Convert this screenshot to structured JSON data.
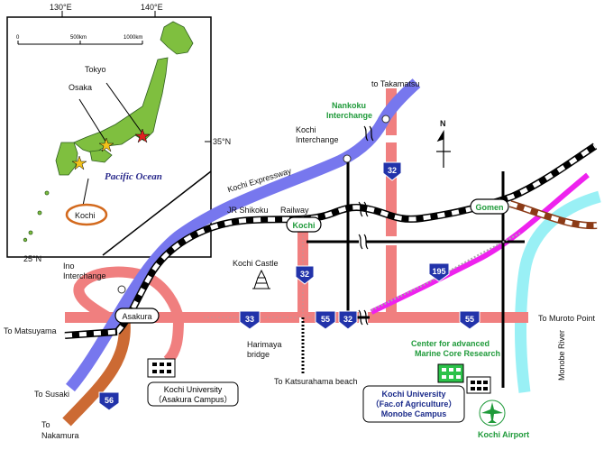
{
  "inset": {
    "lon_labels": [
      "130°E",
      "140°E"
    ],
    "lat_labels": [
      "35°N",
      "25°N"
    ],
    "scale_labels": [
      "0",
      "500km",
      "1000km"
    ],
    "cities": [
      "Tokyo",
      "Osaka",
      "Kochi"
    ],
    "ocean": "Pacific Ocean"
  },
  "places": {
    "to_takamatsu": "to Takamatsu",
    "nankoku_ic": [
      "Nankoku",
      "Interchange"
    ],
    "kochi_ic": [
      "Kochi",
      "Interchange"
    ],
    "expressway": "Kochi Expressway",
    "jr_shikoku": "JR Shikoku",
    "railway": "Railway",
    "kochi_station": "Kochi",
    "gomen": "Gomen",
    "kochi_castle": "Kochi Castle",
    "ino_ic": [
      "Ino",
      "Interchange"
    ],
    "to_matsuyama": "To Matsuyama",
    "asakura": "Asakura",
    "harimaya_bridge": [
      "Harimaya",
      "bridge"
    ],
    "to_muroto": "To Muroto Point",
    "to_susaki": "To Susaki",
    "to_nakamura": [
      "To",
      "Nakamura"
    ],
    "to_katsurahama": "To Katsurahama beach",
    "marine_center": [
      "Center for advanced",
      "Marine Core Research"
    ],
    "monobe_river": "Monobe River",
    "kochi_airport": "Kochi Airport"
  },
  "campuses": {
    "asakura": [
      "Kochi University",
      "（Asakura Campus）"
    ],
    "monobe": [
      "Kochi University",
      "（Fac.of Agriculture）",
      "Monobe Campus"
    ]
  },
  "routes": [
    "32",
    "32",
    "55",
    "32",
    "55",
    "33",
    "56",
    "195"
  ],
  "north_label": "N",
  "colors": {
    "expressway": "#7777ee",
    "national_route": "#f07f7f",
    "route_195": "#ee22ee",
    "route_56": "#cc6a33",
    "river": "#99f0f5",
    "railway": "#000000",
    "green_label": "#1f9a3a",
    "shield": "#2233aa",
    "japan_land": "#7fbf3f",
    "kochi_ring": "#d36a1e"
  }
}
